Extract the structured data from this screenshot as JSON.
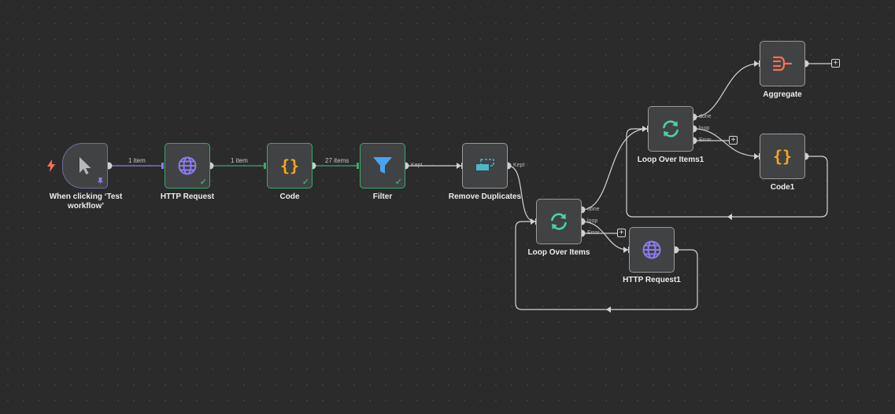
{
  "nodes": {
    "trigger": {
      "label": "When clicking ‘Test workflow’",
      "icon": "cursor-icon"
    },
    "http_request": {
      "label": "HTTP Request",
      "icon": "globe-icon"
    },
    "code": {
      "label": "Code",
      "icon": "braces-icon"
    },
    "filter": {
      "label": "Filter",
      "icon": "funnel-icon"
    },
    "remove_duplicates": {
      "label": "Remove Duplicates",
      "icon": "dedupe-icon"
    },
    "loop_over_items": {
      "label": "Loop Over Items",
      "icon": "loop-icon"
    },
    "http_request1": {
      "label": "HTTP Request1",
      "icon": "globe-icon"
    },
    "loop_over_items1": {
      "label": "Loop Over Items1",
      "icon": "loop-icon"
    },
    "aggregate": {
      "label": "Aggregate",
      "icon": "aggregate-icon"
    },
    "code1": {
      "label": "Code1",
      "icon": "braces-icon"
    }
  },
  "edges": {
    "trigger_to_http": "1 item",
    "http_to_code": "1 item",
    "code_to_filter": "27 items"
  },
  "handles": {
    "kept": "Kept",
    "done": "done",
    "loop": "loop",
    "error": "Error"
  },
  "plus_symbol": "+",
  "check_symbol": "✓",
  "colors": {
    "success": "#3ea868",
    "globe": "#8a7cf0",
    "braces": "#f5a623",
    "filter": "#4aa3f0",
    "loop": "#4fd1a5",
    "aggregate": "#ff6d5a",
    "dedupe": "#4ab8c8",
    "trigger_bolt": "#ff6d5a",
    "trigger_edge": "#8a7cf0"
  }
}
